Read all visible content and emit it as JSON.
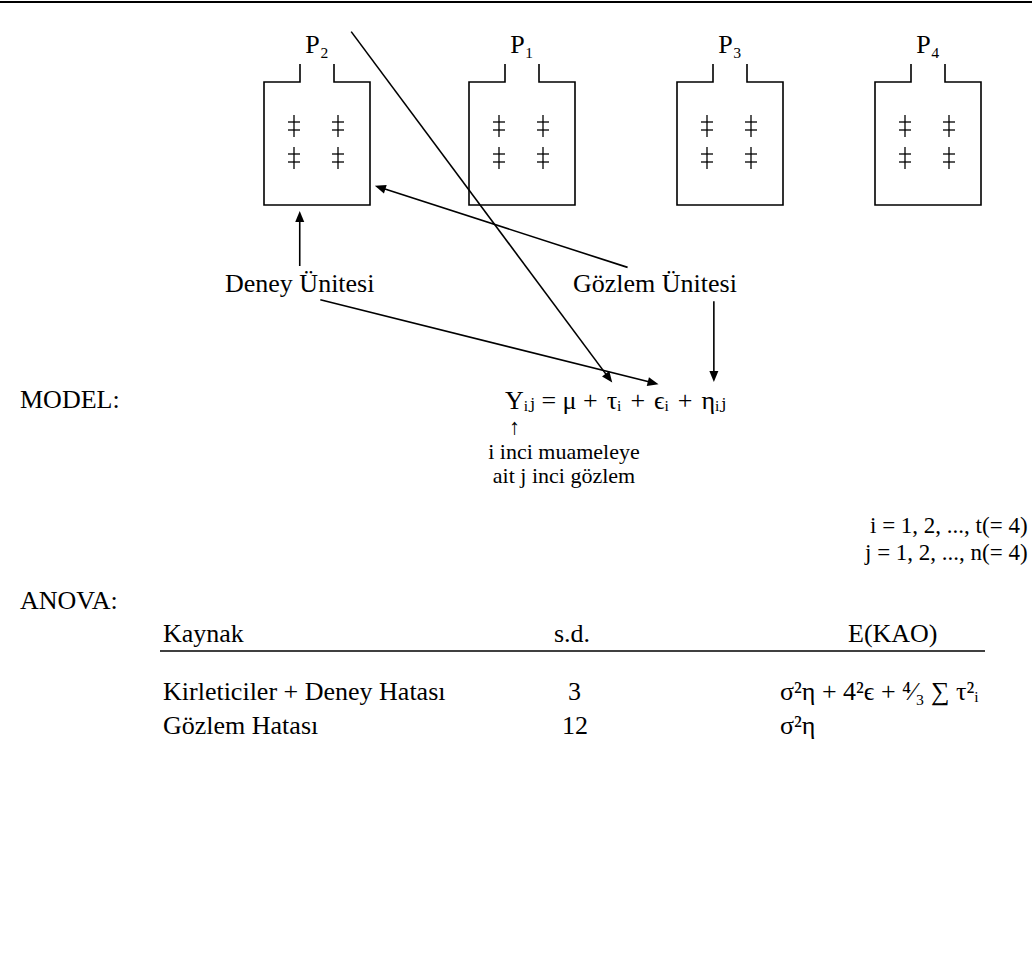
{
  "diagram": {
    "nodes": [
      {
        "text": [
          "P₂"
        ]
      },
      {
        "text": [
          "P₁"
        ]
      },
      {
        "text": [
          "P₃"
        ]
      },
      {
        "text": [
          "P₄"
        ]
      },
      {
        "text": [
          "Deney Ünitesi"
        ]
      },
      {
        "text": [
          "Gözlem Ünitesi"
        ]
      },
      {
        "text": [
          "τᵢ"
        ]
      },
      {
        "text": [
          "ϵᵢ"
        ]
      },
      {
        "text": [
          "ηᵢⱼ"
        ]
      }
    ],
    "edges": [
      {
        "from": 0,
        "to": 6,
        "arrow": "to"
      },
      {
        "from": 4,
        "to": 0,
        "arrow": "to"
      },
      {
        "from": 4,
        "to": 7,
        "arrow": "to"
      },
      {
        "from": 5,
        "to": 0,
        "arrow": "to"
      },
      {
        "from": 5,
        "to": 8,
        "arrow": "to"
      }
    ],
    "labels": [
      "MODEL:",
      "Yᵢⱼ = μ +",
      "+",
      "+",
      "↑",
      "i inci muameleye ait j inci gözlem",
      "i = 1, 2, ..., t(= 4)",
      "j = 1, 2, ..., n(= 4)",
      "ANOVA:",
      "Kaynak",
      "s.d.",
      "E(KAO)",
      "Kirleticiler + Deney Hatası",
      "3",
      "σ²η + 4²ϵ + ⁴⁄₃ ∑ τ²ᵢ",
      "Gözlem Hatası",
      "12",
      "σ²η"
    ]
  }
}
